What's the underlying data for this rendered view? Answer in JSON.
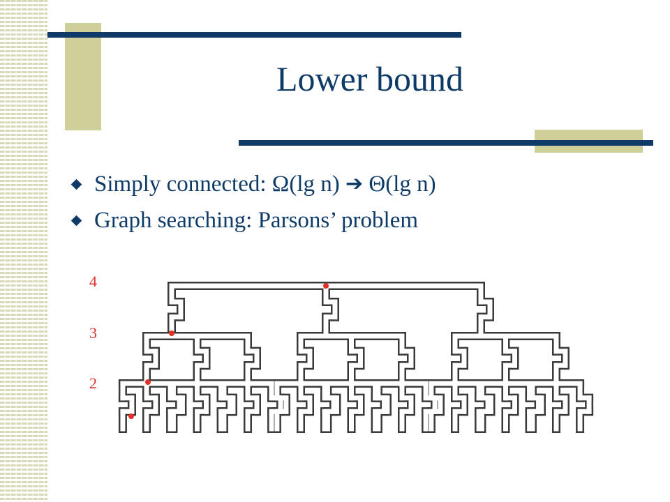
{
  "slide": {
    "title": "Lower bound",
    "bullets": [
      {
        "prefix": "Simply connected: ",
        "omega": "Ω",
        "mid": "(lg n) ",
        "arrow": "➔",
        "theta": " Θ",
        "suffix": "(lg n)"
      },
      {
        "text": "Graph searching: Parsons’ problem"
      }
    ]
  },
  "diagram": {
    "level_labels": [
      "4",
      "3",
      "2"
    ],
    "depth": 4,
    "line_color": "#3a3a3a",
    "marker_color": "#e0302a",
    "marker_count": 4
  },
  "theme": {
    "accent_navy": "#0e3a68",
    "accent_olive": "#cfcf9a",
    "label_red": "#e0302a"
  }
}
